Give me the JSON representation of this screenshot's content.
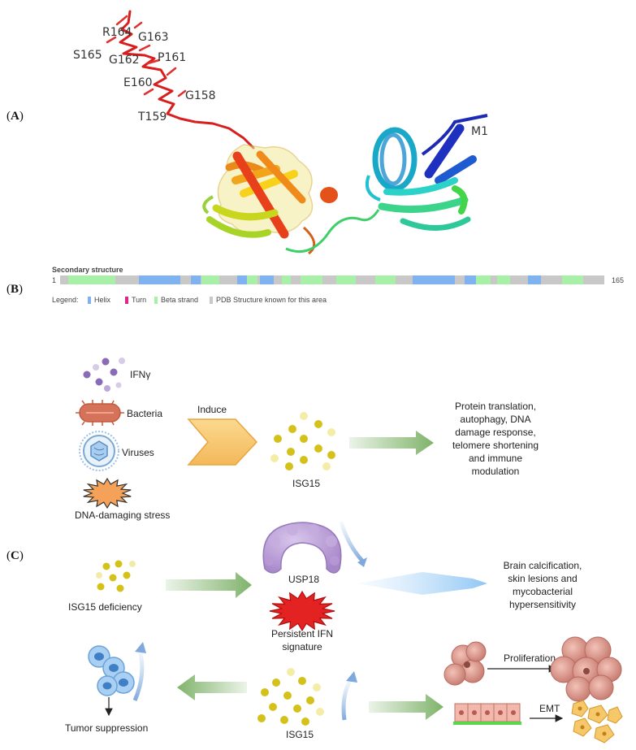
{
  "panels": {
    "a": "A",
    "b": "B",
    "c": "C"
  },
  "structure": {
    "residue_labels": [
      "R164",
      "G163",
      "S165",
      "G162",
      "P161",
      "E160",
      "G158",
      "T159",
      "M1"
    ]
  },
  "secondary_structure": {
    "title": "Secondary structure",
    "start": "1",
    "end": "165",
    "legend_label": "Legend:",
    "legend": [
      {
        "name": "Helix",
        "color": "#7fb2f0"
      },
      {
        "name": "Turn",
        "color": "#e0268c"
      },
      {
        "name": "Beta strand",
        "color": "#a8efa8"
      },
      {
        "name": "PDB Structure known for this area",
        "color": "#c8c8c8"
      }
    ],
    "colors": {
      "helix": "#7fb2f0",
      "strand": "#a8efa8",
      "coil": "#c8c8c8"
    }
  },
  "inducers": {
    "ifn": "IFNγ",
    "bacteria": "Bacteria",
    "viruses": "Viruses",
    "dna_stress": "DNA-damaging stress"
  },
  "induce_label": "Induce",
  "isg15_label": "ISG15",
  "functions_text": [
    "Protein translation,",
    "autophagy, DNA",
    "damage response,",
    "telomere shortening",
    "and immune",
    "modulation"
  ],
  "deficiency": {
    "label": "ISG15 deficiency",
    "usp18": "USP18",
    "ifn_signature": [
      "Persistent IFN",
      "signature"
    ],
    "outcome": [
      "Brain calcification,",
      "skin lesions and",
      "mycobacterial",
      "hypersensitivity"
    ]
  },
  "bottom": {
    "tumor_suppression": "Tumor suppression",
    "isg15": "ISG15",
    "proliferation": "Proliferation",
    "emt": "EMT"
  },
  "colors": {
    "arrow_green": "#7fb36a",
    "chevron": "#f6c86a",
    "isg15_dot": "#d4c21a",
    "ifn_dot": "#8a6bb8",
    "usp18": "#b79bd4",
    "burst_red": "#e32222",
    "burst_orange": "#f4a15a",
    "bacteria": "#d4735a",
    "virus": "#7aa9d6"
  }
}
